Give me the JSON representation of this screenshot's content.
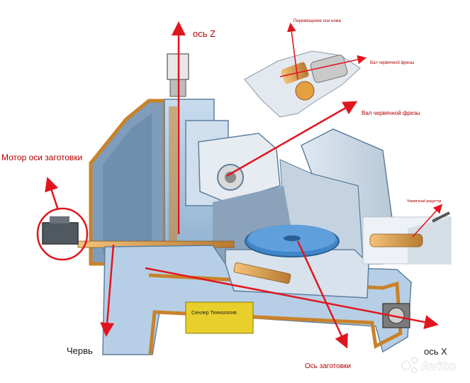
{
  "labels": {
    "axis_z": "ось Z",
    "workpiece_motor": "Мотор оси заготовки",
    "worm": "Червь",
    "workpiece_axis": "Ось заготовки",
    "axis_x": "ось X",
    "knife_movement": "Перемещение оси ножа",
    "worm_cutter_shaft_inset": "Вал червячной фрезы",
    "worm_cutter_shaft": "Вал червячной фрезы",
    "worm_gearbox": "Червячный редуктор",
    "nameplate": "Сенлер Технология",
    "watermark": "Avito"
  },
  "colors": {
    "arrow": "#e0161e",
    "frame_orange": "#c9822a",
    "casing_blue": "#a9c7e4",
    "casing_dark": "#5f7f9d",
    "table_blue": "#3f86c9",
    "inset_bg": "#ffffff",
    "plate": "#e8cf2c"
  }
}
